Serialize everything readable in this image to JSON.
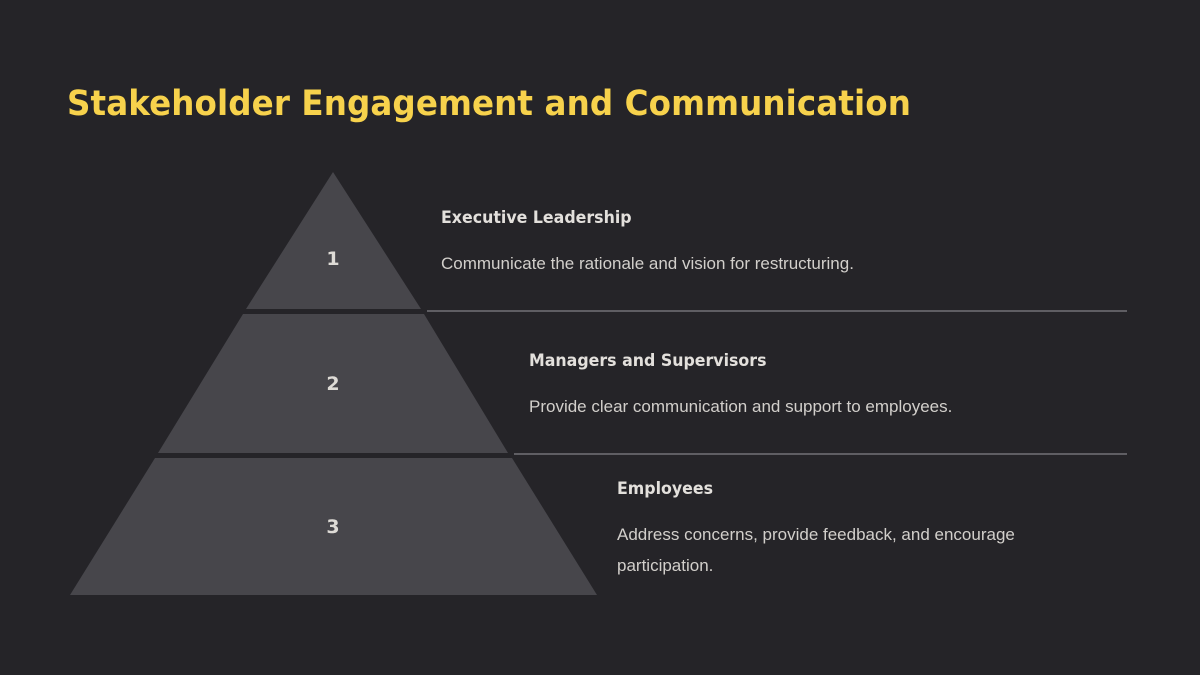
{
  "title": "Stakeholder Engagement and Communication",
  "colors": {
    "background": "#252428",
    "title": "#f7d24c",
    "tier_fill": "#47464b",
    "divider": "#5f5e63",
    "text": "#d2cfcb"
  },
  "pyramid": {
    "tiers": [
      {
        "number": "1",
        "heading": "Executive Leadership",
        "description": "Communicate the rationale and vision for restructuring."
      },
      {
        "number": "2",
        "heading": "Managers and Supervisors",
        "description": "Provide clear communication and support to employees."
      },
      {
        "number": "3",
        "heading": "Employees",
        "description": "Address concerns, provide feedback, and encourage participation."
      }
    ]
  }
}
